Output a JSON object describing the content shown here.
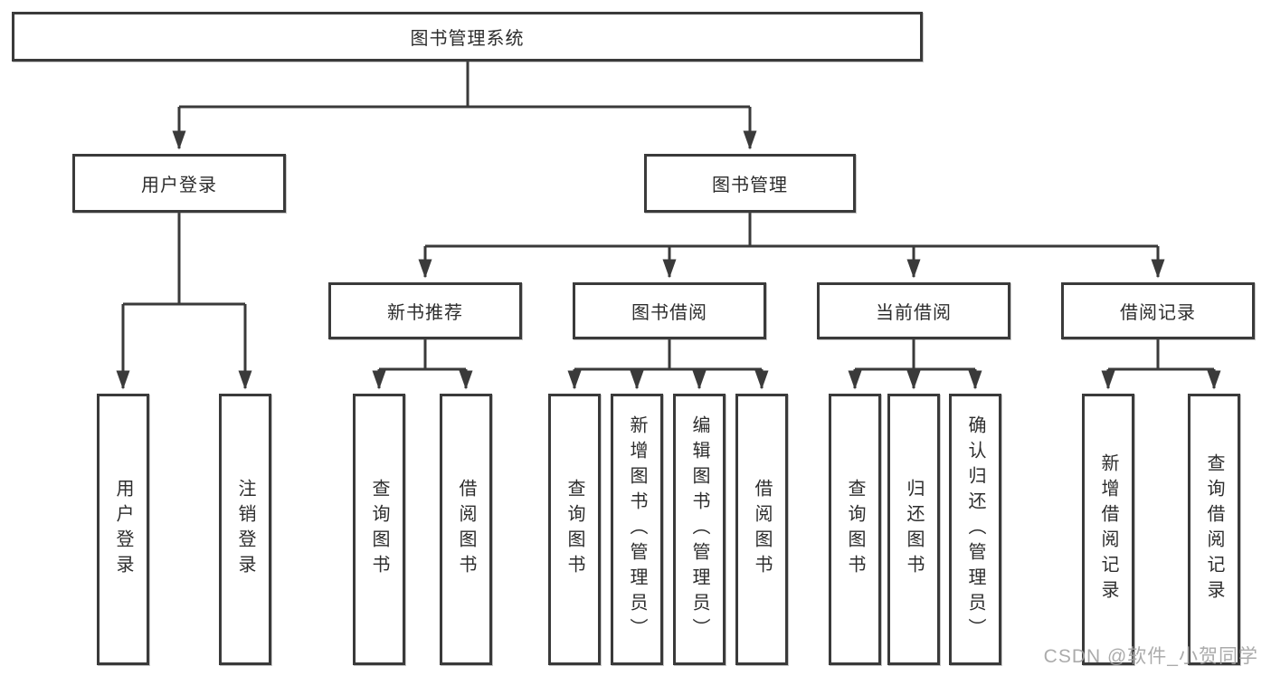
{
  "diagram": {
    "title": "图书管理系统",
    "branches": [
      {
        "label": "用户登录",
        "leaves": [
          "用户登录",
          "注销登录"
        ]
      },
      {
        "label": "图书管理",
        "groups": [
          {
            "label": "新书推荐",
            "leaves": [
              "查询图书",
              "借阅图书"
            ]
          },
          {
            "label": "图书借阅",
            "leaves": [
              "查询图书",
              "新增图书（管理员）",
              "编辑图书（管理员）",
              "借阅图书"
            ]
          },
          {
            "label": "当前借阅",
            "leaves": [
              "查询图书",
              "归还图书",
              "确认归还（管理员）"
            ]
          },
          {
            "label": "借阅记录",
            "leaves": [
              "新增借阅记录",
              "查询借阅记录"
            ]
          }
        ]
      }
    ]
  },
  "watermark": "CSDN @软件_小贺同学",
  "colors": {
    "line": "#3a3a3a",
    "text": "#2d2d2d",
    "box_background": "#ffffff",
    "watermark": "#a3a3a3"
  }
}
